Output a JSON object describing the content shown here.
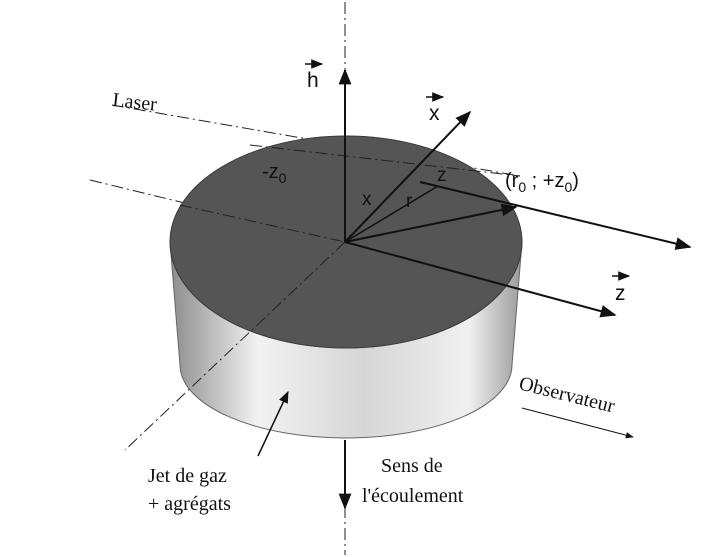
{
  "labels": {
    "laser": "Laser",
    "observer": "Observateur",
    "jet_line1": "Jet de gaz",
    "jet_line2": "+ agrégats",
    "flow_line1": "Sens de",
    "flow_line2": "l'écoulement",
    "h_axis": "h",
    "x_axis": "x",
    "z_axis": "z",
    "minus_z0_main": "-z",
    "minus_z0_sub": "0",
    "point_open": "(r",
    "point_r_sub": "0",
    "point_mid": " ; +z",
    "point_z_sub": "0",
    "point_close": ")",
    "x_component": "x",
    "z_component": "z",
    "r_vector": "r"
  },
  "colors": {
    "disk_top": "#555555",
    "cylinder_side_light": "#f2f2f2",
    "cylinder_side_dark": "#8c8c8c",
    "ink": "#111111"
  }
}
